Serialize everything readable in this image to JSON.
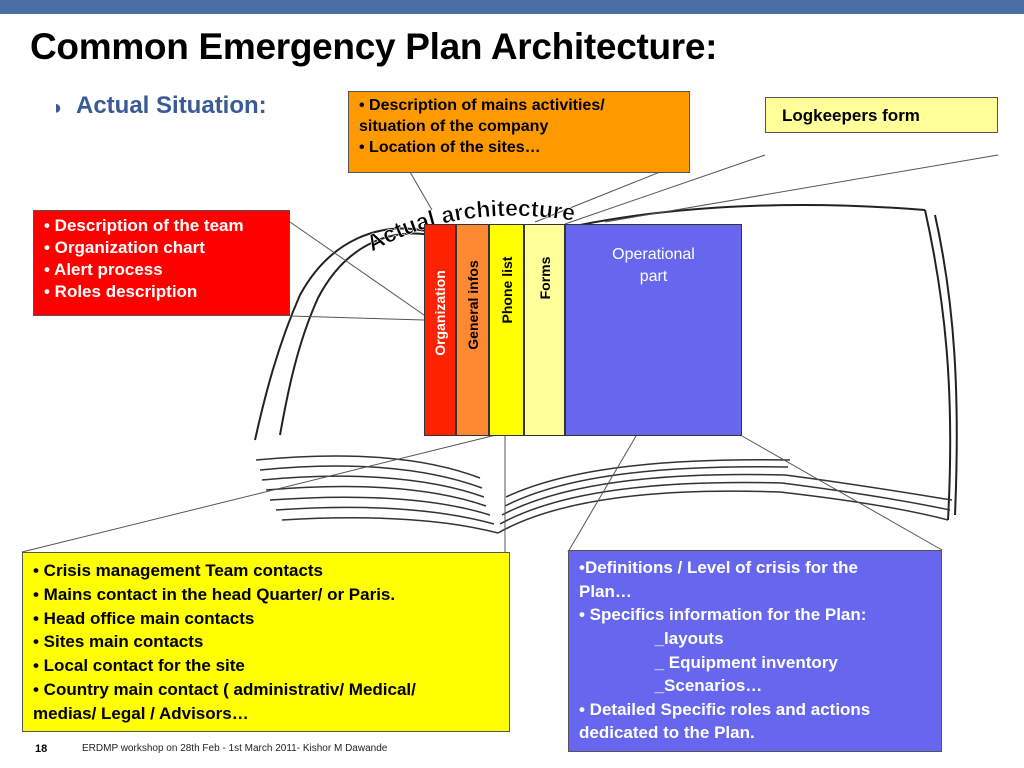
{
  "slide": {
    "title": "Common Emergency Plan Architecture:",
    "subtitle": "Actual Situation:",
    "book_label": "Actual architecture",
    "page_number": "18",
    "footer": "ERDMP workshop on 28th Feb - 1st March 2011- Kishor M Dawande"
  },
  "boxes": {
    "company": {
      "lines": [
        "• Description of mains activities/",
        "situation of the company",
        "• Location of the sites…"
      ]
    },
    "logkeepers": {
      "label": "Logkeepers form"
    },
    "team": {
      "lines": [
        "• Description of the team",
        "• Organization chart",
        "• Alert process",
        "• Roles description"
      ]
    },
    "contacts": {
      "lines": [
        "• Crisis management Team contacts",
        "• Mains contact in the head Quarter/ or Paris.",
        "• Head office main contacts",
        "• Sites main contacts",
        "• Local contact for the site",
        "• Country main contact ( administrativ/ Medical/",
        "medias/ Legal / Advisors…"
      ]
    },
    "operational": {
      "lines": [
        "•Definitions / Level of crisis for the",
        "Plan…",
        "• Specifics information for the Plan:",
        "                _layouts",
        "                _ Equipment inventory",
        "                _Scenarios…",
        "• Detailed Specific roles and actions",
        "dedicated to the Plan."
      ]
    }
  },
  "binder": {
    "tabs": [
      "Organization",
      "General infos",
      "Phone list",
      "Forms"
    ],
    "operational_line1": "Operational",
    "operational_line2": "part"
  },
  "colors": {
    "title_bar": "#4a6fa5",
    "subtitle": "#3a5a96",
    "orange": "#ff9900",
    "red": "#ff0000",
    "yellow": "#ffff00",
    "light_yellow": "#ffff99",
    "blue": "#6666ee",
    "general_orange": "#ff8833"
  }
}
